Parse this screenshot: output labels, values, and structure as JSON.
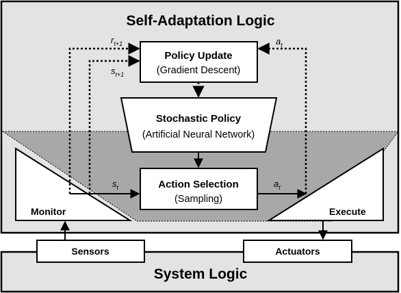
{
  "self_adaptation": {
    "title": "Self-Adaptation Logic"
  },
  "system": {
    "title": "System Logic"
  },
  "policy_update": {
    "title": "Policy Update",
    "subtitle": "(Gradient Descent)"
  },
  "stochastic_policy": {
    "title": "Stochastic Policy",
    "subtitle": "(Artificial Neural Network)"
  },
  "action_selection": {
    "title": "Action Selection",
    "subtitle": "(Sampling)"
  },
  "monitor": {
    "label": "Monitor"
  },
  "execute": {
    "label": "Execute"
  },
  "sensors": {
    "label": "Sensors"
  },
  "actuators": {
    "label": "Actuators"
  },
  "signals": {
    "reward": {
      "base": "r",
      "sub": "t+1"
    },
    "next_state": {
      "base": "s",
      "sub": "t+1"
    },
    "action_top": {
      "base": "a",
      "sub": "t"
    },
    "state": {
      "base": "s",
      "sub": "t"
    },
    "action": {
      "base": "a",
      "sub": "t"
    }
  },
  "colors": {
    "outer_panel": "#e3e3e3",
    "inner_trapezoid": "#a8a8a8",
    "box_fill": "#ffffff",
    "stroke": "#000000"
  }
}
